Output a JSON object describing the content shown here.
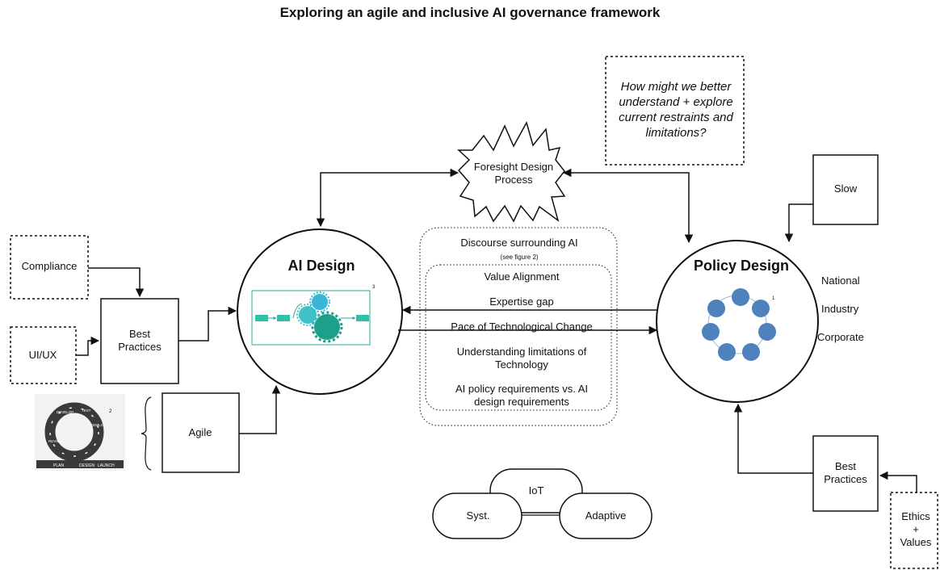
{
  "title": "Exploring an agile and inclusive AI governance framework",
  "nodes": {
    "compliance": "Compliance",
    "ui_ux": "UI/UX",
    "best_practices_left": [
      "Best",
      "Practices"
    ],
    "agile": "Agile",
    "ai_design": "AI Design",
    "policy_design": "Policy Design",
    "foresight": [
      "Foresight Design",
      "Process"
    ],
    "question": [
      "How might we better",
      "understand + explore",
      "current restraints and",
      "limitations?"
    ],
    "slow": "Slow",
    "best_practices_right": [
      "Best",
      "Practices"
    ],
    "ethics_values": [
      "Ethics",
      "+",
      "Values"
    ],
    "levels": [
      "National",
      "Industry",
      "Corporate"
    ],
    "iot": "IoT",
    "syst": "Syst.",
    "adaptive": "Adaptive"
  },
  "discourse": {
    "heading": "Discourse surrounding AI",
    "subheading": "(see figure 2)",
    "items": [
      [
        "Value Alignment"
      ],
      [
        "Expertise gap"
      ],
      [
        "Pace of Technological Change"
      ],
      [
        "Understanding limitations of",
        "Technology"
      ],
      [
        "AI policy requirements vs. AI",
        "design requirements"
      ]
    ]
  },
  "footnotes": {
    "ai_design_figure": "3",
    "agile_cycle": "2",
    "policy_cycle": "1"
  },
  "agile_cycle_labels": [
    "DEVELOP",
    "TEST",
    "DEPLOY",
    "REVIEW",
    "DESIGN",
    "PLAN",
    "LAUNCH"
  ]
}
